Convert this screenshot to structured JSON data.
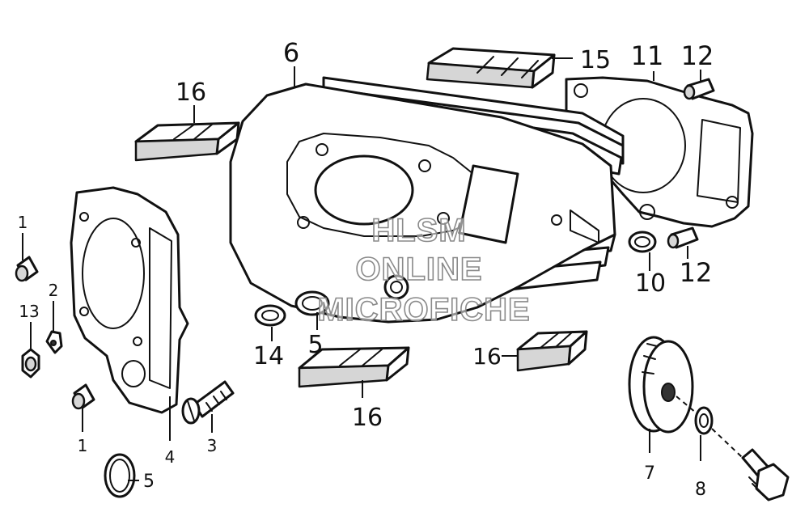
{
  "callouts": {
    "c1_top": "1",
    "c1_bottom": "1",
    "c2": "2",
    "c3": "3",
    "c4": "4",
    "c5_bottom": "5",
    "c5_center": "5",
    "c6": "6",
    "c7": "7",
    "c8": "8",
    "c10": "10",
    "c11": "11",
    "c12_top": "12",
    "c12_mid": "12",
    "c13": "13",
    "c14": "14",
    "c15": "15",
    "c16_topleft": "16",
    "c16_center": "16",
    "c16_right": "16"
  },
  "watermark": {
    "line1": "HLSM",
    "line2": "ONLINE",
    "line3": "MICROFICHE"
  }
}
